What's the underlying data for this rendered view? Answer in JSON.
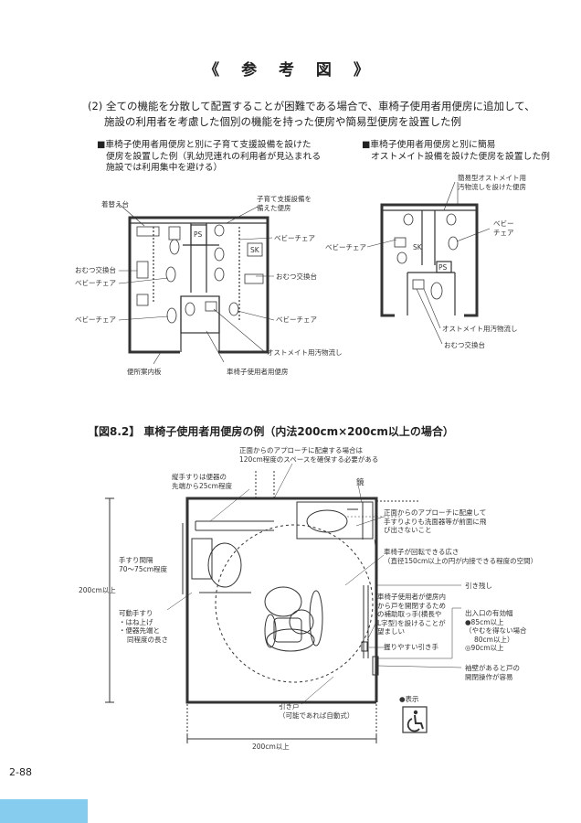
{
  "header": {
    "title": "《 参 考 図 》"
  },
  "intro": {
    "line1": "(2) 全ての機能を分散して配置することが困難である場合で、車椅子使用者用便房に追加して、",
    "line2": "施設の利用者を考慮した個別の機能を持った便房や簡易型便房を設置した例"
  },
  "left_diagram": {
    "heading_l1": "■車椅子使用者用便房と別に子育て支援設備を設けた",
    "heading_l2": "便房を設置した例（乳幼児連れの利用者が見込まれる",
    "heading_l3": "施設では利用集中を避ける）",
    "labels": {
      "kigae": "着替え台",
      "kosodate_l1": "子育て支援設備を",
      "kosodate_l2": "備えた便房",
      "ps": "PS",
      "sk": "SK",
      "baby_chair_r1": "ベビーチェア",
      "omutsu_r": "おむつ交換台",
      "omutsu_l": "おむつ交換台",
      "baby_chair_l1": "ベビーチェア",
      "baby_chair_l2": "ベビーチェア",
      "baby_chair_r2": "ベビーチェア",
      "ostomate_sink": "オストメイト用汚物流し",
      "annai": "便所案内板",
      "wheelchair_room": "車椅子使用者用便房"
    }
  },
  "right_diagram": {
    "heading_l1": "■車椅子使用者用便房と別に簡易",
    "heading_l2": "オストメイト設備を設けた便房を設置した例",
    "labels": {
      "simple_l1": "簡易型オストメイト用",
      "simple_l2": "汚物流しを設けた便房",
      "baby_r_l1": "ベビー",
      "baby_r_l2": "チェア",
      "baby_l": "ベビーチェア",
      "sk": "SK",
      "ps": "PS",
      "ostomate_sink": "オストメイト用汚物流し",
      "omutsu": "おむつ交換台"
    }
  },
  "figure": {
    "caption": "【図8.2】 車椅子使用者用便房の例（内法200cm×200cm以上の場合）",
    "labels": {
      "front_l1": "正面からのアプローチに配慮する場合は",
      "front_l2": "120cm程度のスペースを確保する必要がある",
      "tate_l1": "縦手すりは便器の",
      "tate_l2": "先端から25cm程度",
      "mirror": "鏡",
      "sink_l1": "正面からのアプローチに配慮して",
      "sink_l2": "手すりよりも洗面器等が前面に飛",
      "sink_l3": "び出さないこと",
      "tesuri_l1": "手すり間隔",
      "tesuri_l2": "70～75cm程度",
      "turn_l1": "車椅子が回転できる広さ",
      "turn_l2": "（直径150cm以上の円が内接できる程度の空間）",
      "dim_200_v": "200cm以上",
      "hikinokoshi": "引き残し",
      "kado_l1": "可動手すり",
      "kado_l2": "・はね上げ",
      "kado_l3": "・便器先端と",
      "kado_l4": "同程度の長さ",
      "hojo_l1": "車椅子使用者が便房内",
      "hojo_l2": "から戸を開閉するため",
      "hojo_l3": "の補助取っ手(横長や",
      "hojo_l4": "L字型)を設けることが",
      "hojo_l5": "望ましい",
      "entrance_l1": "出入口の有効幅",
      "entrance_l2": "●85cm以上",
      "entrance_l3": "（やむを得ない場合",
      "entrance_l4": "80cm以上）",
      "entrance_l5": "◎90cm以上",
      "grip": "握りやすい引き手",
      "sode_l1": "袖壁があると戸の",
      "sode_l2": "開閉操作が容易",
      "door_l1": "引き戸",
      "door_l2": "（可能であれば自動式）",
      "hyoji": "●表示",
      "dim_200_h": "200cm以上"
    }
  },
  "footer": {
    "page_number": "2-88",
    "accent_color": "#85ccee"
  }
}
